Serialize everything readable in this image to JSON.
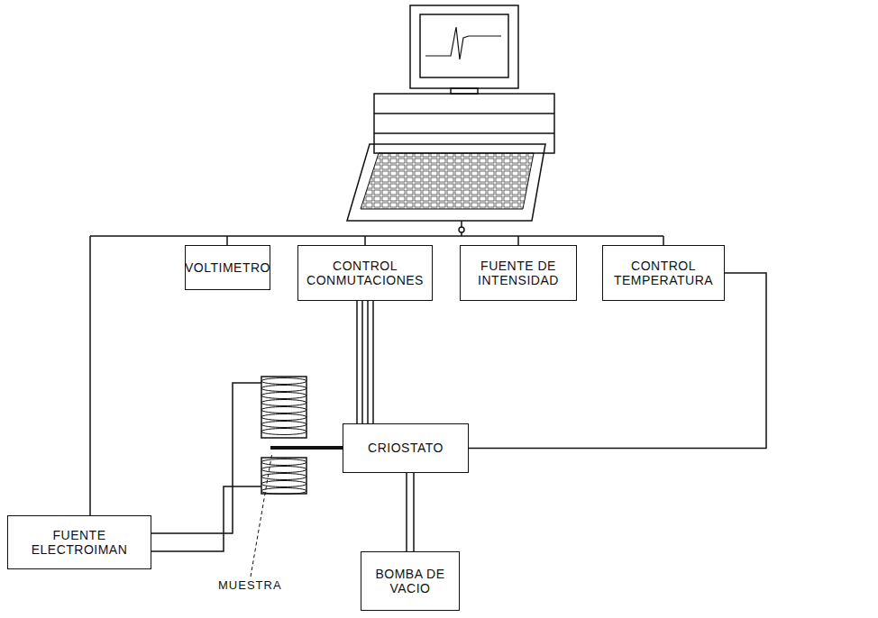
{
  "diagram": {
    "nodes": [
      {
        "text": [
          "VOLTIMETRO"
        ]
      },
      {
        "text": [
          "CONTROL CONMUTACIONES"
        ]
      },
      {
        "text": [
          "FUENTE DE INTENSIDAD"
        ]
      },
      {
        "text": [
          "CONTROL TEMPERATURA"
        ]
      },
      {
        "text": [
          "FUENTE ELECTROIMAN"
        ]
      },
      {
        "text": [
          "CRIOSTATO"
        ]
      },
      {
        "text": [
          "BOMBA DE VACIO"
        ]
      }
    ],
    "edges": [
      {
        "from": 1,
        "to": 5,
        "arrow": "none"
      },
      {
        "from": 3,
        "to": 5,
        "arrow": "none"
      },
      {
        "from": 5,
        "to": 6,
        "arrow": "none"
      }
    ],
    "labels": [
      "MUESTRA"
    ]
  }
}
